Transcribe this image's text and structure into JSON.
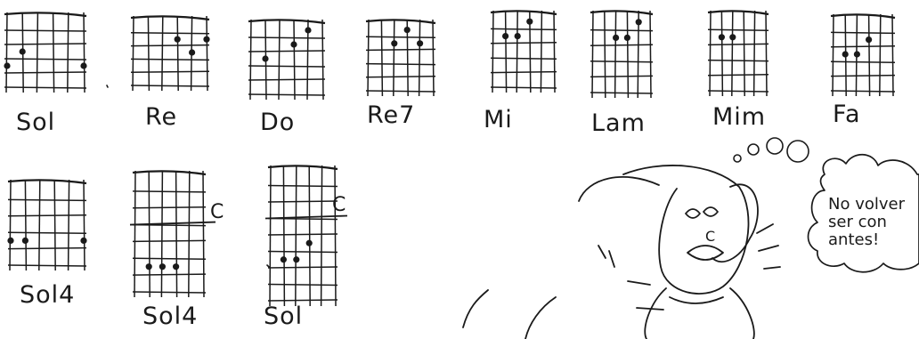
{
  "chords_row1": [
    {
      "name": "Sol"
    },
    {
      "name": "Re"
    },
    {
      "name": "Do"
    },
    {
      "name": "Re7"
    },
    {
      "name": "Mi"
    },
    {
      "name": "Lam"
    },
    {
      "name": "Mim"
    },
    {
      "name": "Fa"
    }
  ],
  "chords_row2": [
    {
      "name": "Sol4"
    },
    {
      "name": "Sol4",
      "capo": "C"
    },
    {
      "name": "Sol",
      "capo": "C"
    }
  ],
  "thought_bubble": {
    "lines": [
      "No volver",
      "ser con",
      "antes!"
    ]
  },
  "cartoon": {
    "face_letter": "C"
  }
}
